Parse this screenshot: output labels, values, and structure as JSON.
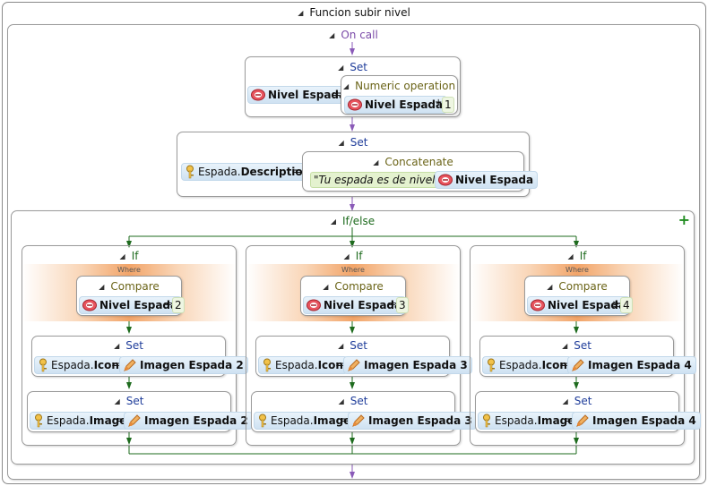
{
  "root": {
    "title": "Funcion subir nivel"
  },
  "on_call": {
    "label": "On call"
  },
  "set1": {
    "title": "Set",
    "target": "Nivel Espada",
    "op": "=",
    "numeric": {
      "title": "Numeric operation",
      "var": "Nivel Espada",
      "op": "+",
      "value": "1"
    }
  },
  "set2": {
    "title": "Set",
    "target_obj": "Espada.",
    "target_prop": "Description",
    "op": "=",
    "concat": {
      "title": "Concatenate",
      "quote_open": "\"",
      "string": "Tu espada es de nivel",
      "quote_close": "\"",
      "joiner": "..",
      "var": "Nivel Espada"
    }
  },
  "ifelse": {
    "title": "If/else",
    "add_symbol": "+"
  },
  "branches": [
    {
      "title": "If",
      "where": "Where",
      "compare": {
        "title": "Compare",
        "var": "Nivel Espada",
        "op": "=",
        "value": "2"
      },
      "set_icon": {
        "title": "Set",
        "obj": "Espada.",
        "prop": "Icon",
        "op": "=",
        "value": "Imagen Espada 2"
      },
      "set_image": {
        "title": "Set",
        "obj": "Espada.",
        "prop": "Image",
        "op": "=",
        "value": "Imagen Espada 2"
      }
    },
    {
      "title": "If",
      "where": "Where",
      "compare": {
        "title": "Compare",
        "var": "Nivel Espada",
        "op": "=",
        "value": "3"
      },
      "set_icon": {
        "title": "Set",
        "obj": "Espada.",
        "prop": "Icon",
        "op": "=",
        "value": "Imagen Espada 3"
      },
      "set_image": {
        "title": "Set",
        "obj": "Espada.",
        "prop": "Image",
        "op": "=",
        "value": "Imagen Espada 3"
      }
    },
    {
      "title": "If",
      "where": "Where",
      "compare": {
        "title": "Compare",
        "var": "Nivel Espada",
        "op": "≥",
        "value": "4"
      },
      "set_icon": {
        "title": "Set",
        "obj": "Espada.",
        "prop": "Icon",
        "op": "=",
        "value": "Imagen Espada 4"
      },
      "set_image": {
        "title": "Set",
        "obj": "Espada.",
        "prop": "Image",
        "op": "=",
        "value": "Imagen Espada 4"
      }
    }
  ],
  "colors": {
    "set_title": "#1f3d9a",
    "expr_title": "#6b6418",
    "on_call": "#7a4aa8",
    "flow_green": "#1e6b1e",
    "flow_purple": "#8a5ab8",
    "where_orange": "#f2a468"
  }
}
